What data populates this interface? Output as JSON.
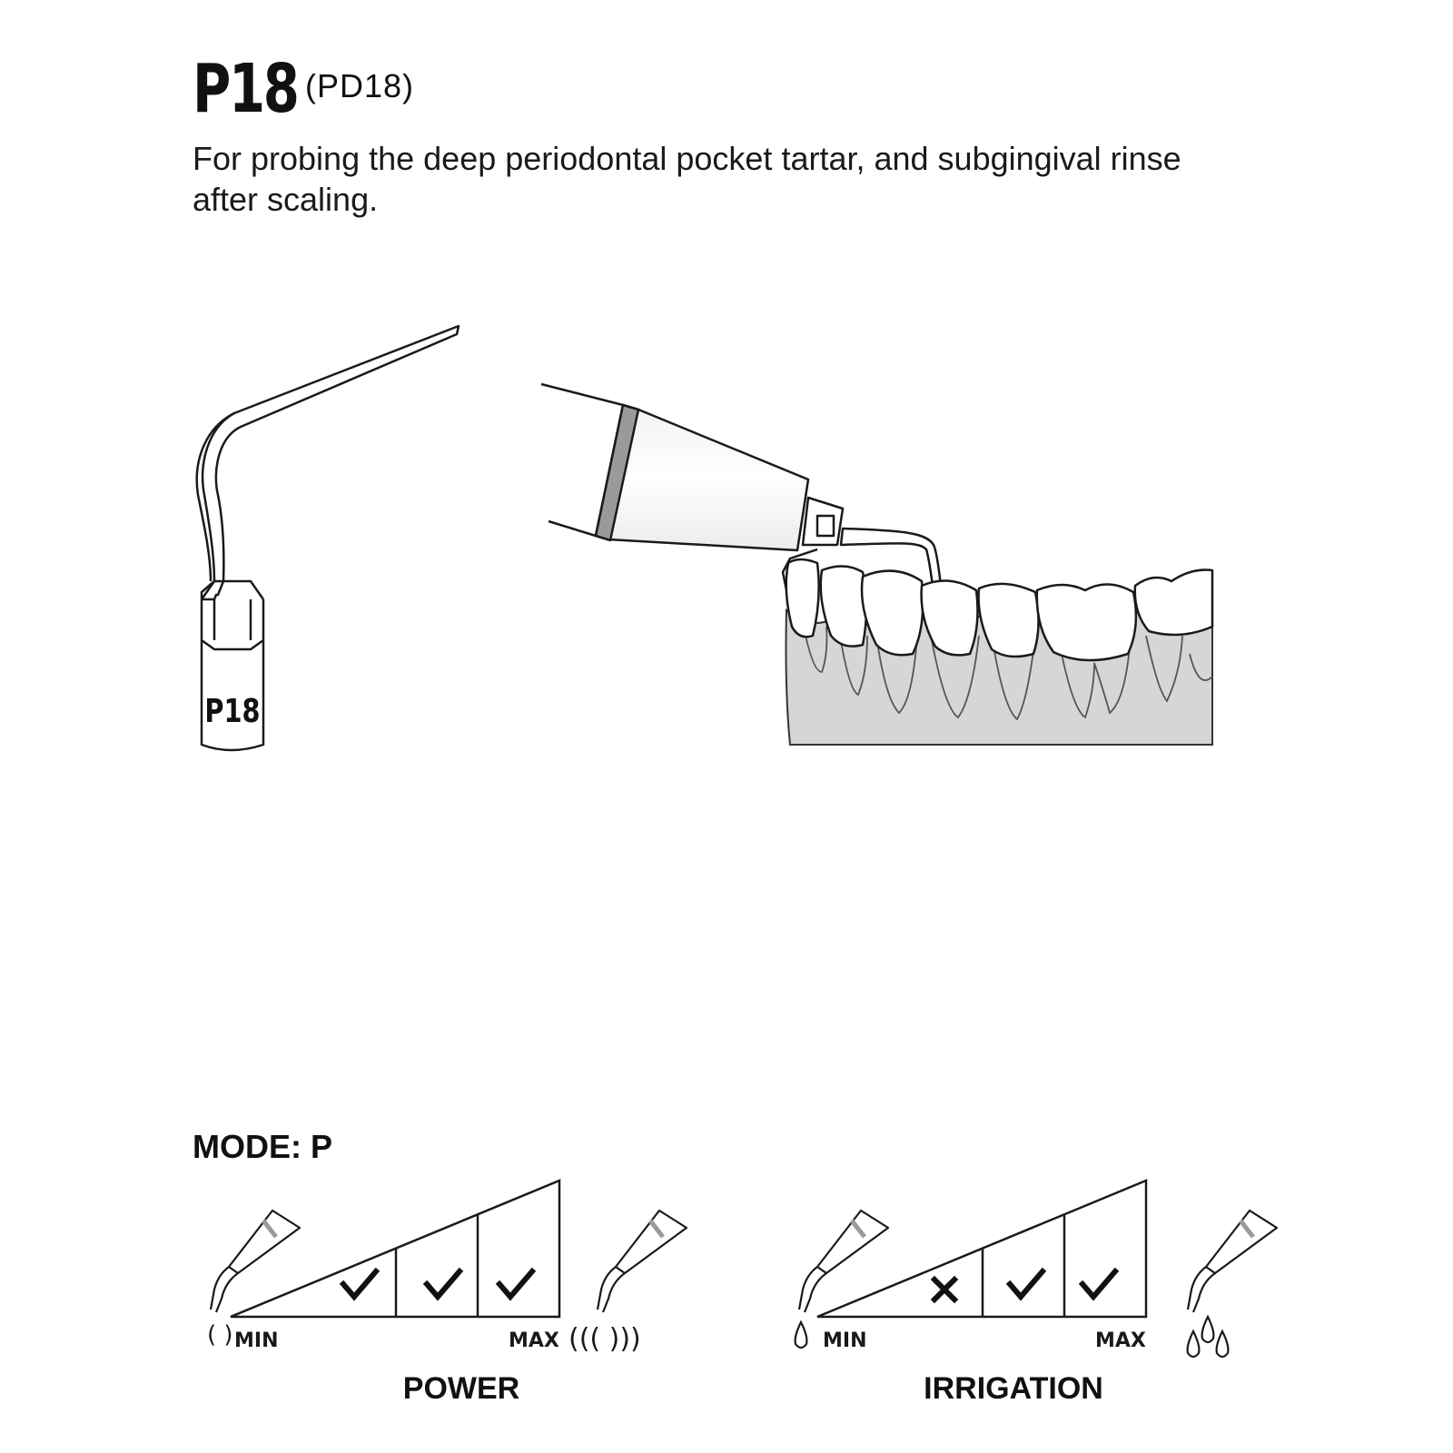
{
  "header": {
    "title": "P18",
    "title_alt": "(PD18)",
    "description": "For probing the deep periodontal pocket tartar, and subgingival rinse after scaling."
  },
  "tip_illustration": {
    "shank_label": "P18"
  },
  "mode": {
    "label": "MODE: P"
  },
  "power": {
    "title": "POWER",
    "min_label": "MIN",
    "max_label": "MAX",
    "levels": [
      "check",
      "check",
      "check"
    ]
  },
  "irrigation": {
    "title": "IRRIGATION",
    "min_label": "MIN",
    "max_label": "MAX",
    "levels": [
      "cross",
      "check",
      "check"
    ]
  },
  "colors": {
    "ink": "#1a1a1a",
    "gum": "#d6d6d6",
    "band": "#9a9a9a"
  }
}
